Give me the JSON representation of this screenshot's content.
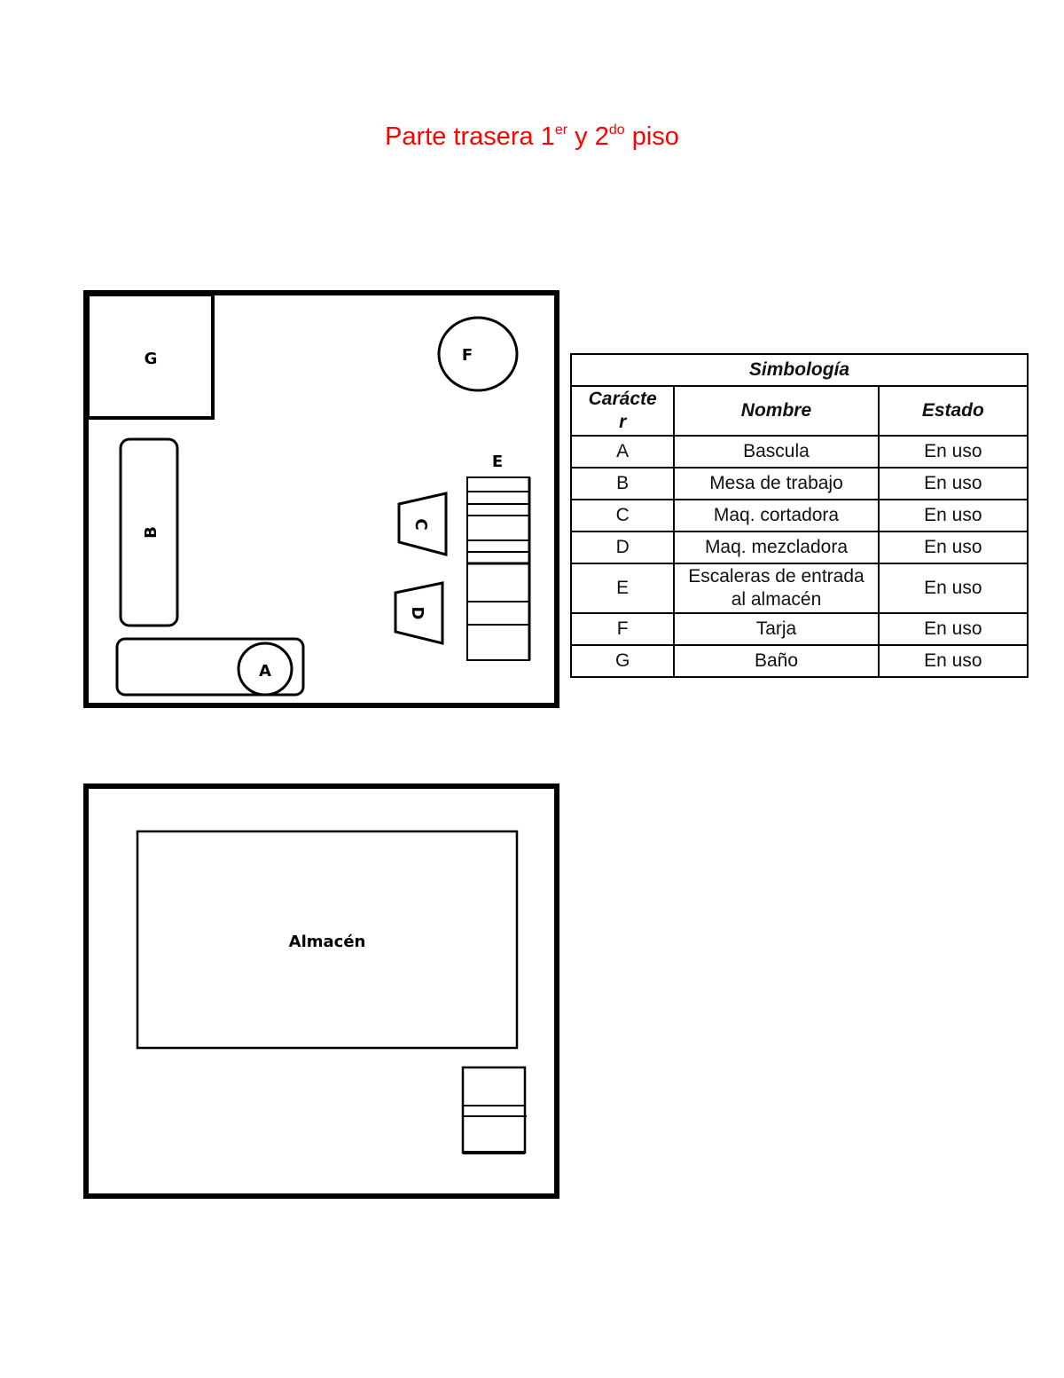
{
  "title": {
    "prefix": "Parte trasera 1",
    "sup1": "er",
    "middle": " y 2",
    "sup2": "do",
    "suffix": " piso"
  },
  "first_floor": {
    "labels": {
      "G": "G",
      "F": "F",
      "E": "E",
      "B": "B",
      "C": "C",
      "D": "D",
      "A": "A"
    }
  },
  "second_floor": {
    "room_label": "Almacén"
  },
  "legend": {
    "title": "Simbología",
    "headers": {
      "character": "Carácte r",
      "name": "Nombre",
      "state": "Estado"
    },
    "rows": [
      {
        "character": "A",
        "name": "Bascula",
        "state": "En uso"
      },
      {
        "character": "B",
        "name": "Mesa de trabajo",
        "state": "En uso"
      },
      {
        "character": "C",
        "name": "Maq. cortadora",
        "state": "En uso"
      },
      {
        "character": "D",
        "name": "Maq. mezcladora",
        "state": "En uso"
      },
      {
        "character": "E",
        "name": "Escaleras de entrada al almacén",
        "state": "En uso"
      },
      {
        "character": "F",
        "name": "Tarja",
        "state": "En uso"
      },
      {
        "character": "G",
        "name": "Baño",
        "state": "En uso"
      }
    ]
  },
  "colors": {
    "title": "#ff0000",
    "lines": "#000000"
  }
}
